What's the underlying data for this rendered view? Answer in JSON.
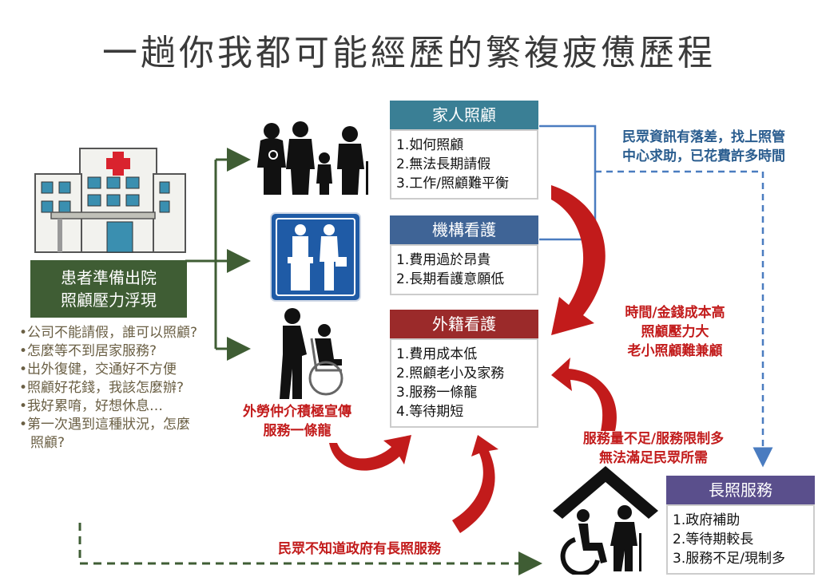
{
  "title": "一趟你我都可能經歷的繁複疲憊歷程",
  "patient": {
    "box_lines": [
      "患者準備出院",
      "照顧壓力浮現"
    ],
    "bullets": [
      "•公司不能請假，誰可以照顧?",
      "•怎麼等不到居家服務?",
      "•出外復健，交通好不方便",
      "•照顧好花錢，我該怎麼辦?",
      "•我好累唷，好想休息…",
      "•第一次遇到這種狀況，怎麼照顧?"
    ]
  },
  "family_care": {
    "title": "家人照顧",
    "items": [
      "1.如何照顧",
      "2.無法長期請假",
      "3.工作/照顧難平衡"
    ]
  },
  "institution_care": {
    "title": "機構看護",
    "items": [
      "1.費用過於昂貴",
      "2.長期看護意願低"
    ]
  },
  "foreign_care": {
    "title": "外籍看護",
    "items": [
      "1.費用成本低",
      "2.照顧老小及家務",
      "3.服務一條龍",
      "4.等待期短"
    ]
  },
  "ltc_service": {
    "title": "長照服務",
    "items": [
      "1.政府補助",
      "2.等待期較長",
      "3.服務不足/現制多"
    ]
  },
  "notes": {
    "info_gap": [
      "民眾資訊有落差，找上照管",
      "中心求助，已花費許多時間"
    ],
    "cost": [
      "時間/金錢成本高",
      "照顧壓力大",
      "老小照顧難兼顧"
    ],
    "agency": [
      "外勞仲介積極宣傳",
      "服務一條龍"
    ],
    "insufficient": [
      "服務量不足/服務限制多",
      "無法滿足民眾所需"
    ],
    "unaware": "民眾不知道政府有長照服務"
  },
  "colors": {
    "green": "#3f5d34",
    "teal": "#3a7f95",
    "blue": "#3f6496",
    "red": "#9b2a2a",
    "purple": "#5a4f8c",
    "accent_red": "#c21b1b",
    "dash_blue": "#4a7cc0"
  }
}
